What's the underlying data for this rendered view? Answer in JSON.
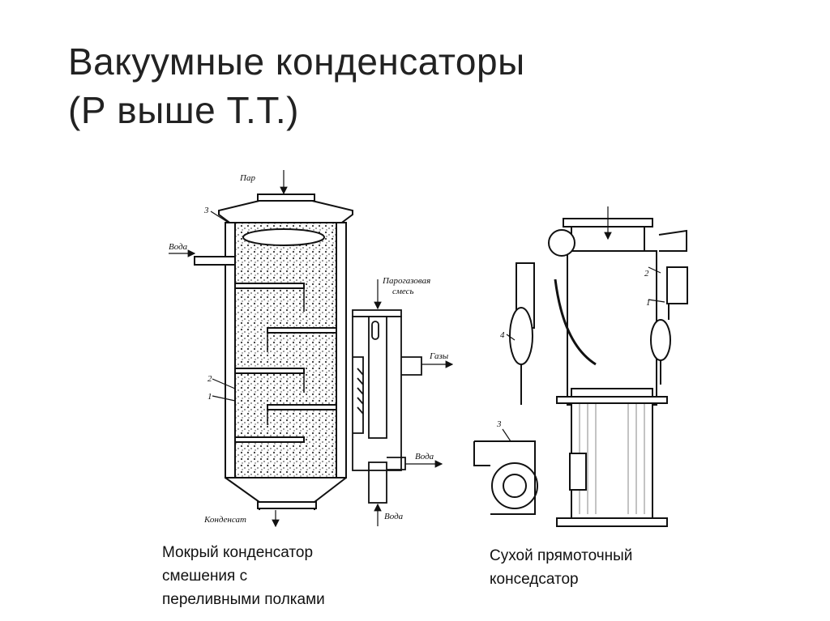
{
  "slide": {
    "title_line1": "Вакуумные конденсаторы",
    "title_line2": "(Р выше Т.Т.)"
  },
  "wet_condenser": {
    "labels": {
      "steam": "Пар",
      "water_in": "Вода",
      "condensate": "Конденсат",
      "n3": "3",
      "n2": "2",
      "n1": "1"
    },
    "caption_line1": "Мокрый конденсатор",
    "caption_line2": "смешения с",
    "caption_line3": "переливными полками"
  },
  "trap": {
    "labels": {
      "mixture_line1": "Парогазовая",
      "mixture_line2": "смесь",
      "gases": "Газы",
      "water_out": "Вода",
      "water_bottom": "Вода"
    }
  },
  "dry_condenser": {
    "labels": {
      "n1": "1",
      "n2": "2",
      "n3": "3",
      "n4": "4"
    },
    "caption_line1": "Сухой прямоточный",
    "caption_line2": "конседсатор"
  },
  "colors": {
    "ink": "#1a1a1a",
    "background": "#ffffff"
  }
}
